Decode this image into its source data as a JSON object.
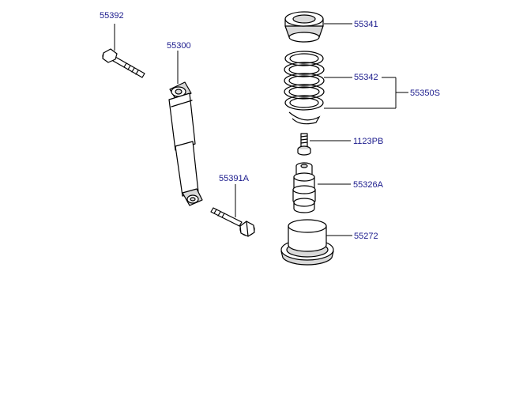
{
  "labels": {
    "bolt_upper": "55392",
    "shock_absorber": "55300",
    "bolt_lower": "55391A",
    "spring_seat_upper": "55341",
    "coil_spring": "55342",
    "spring_assy": "55350S",
    "bolt_small": "1123PB",
    "bump_stopper": "55326A",
    "spring_seat_lower": "55272"
  },
  "colors": {
    "label_text": "#1a1a8c",
    "line": "#000000",
    "part_fill_light": "#ffffff",
    "part_fill_grey": "#d9d9d9"
  }
}
